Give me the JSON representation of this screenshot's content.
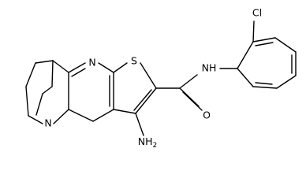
{
  "molecule": {
    "atom_labels": {
      "ring_nitrogen": "N",
      "bridgehead_nitrogen": "N",
      "sulfur": "S",
      "amide_nh": "NH",
      "carbonyl_oxygen": "O",
      "amine": "NH",
      "amine_subscript": "2",
      "chlorine": "Cl"
    }
  }
}
